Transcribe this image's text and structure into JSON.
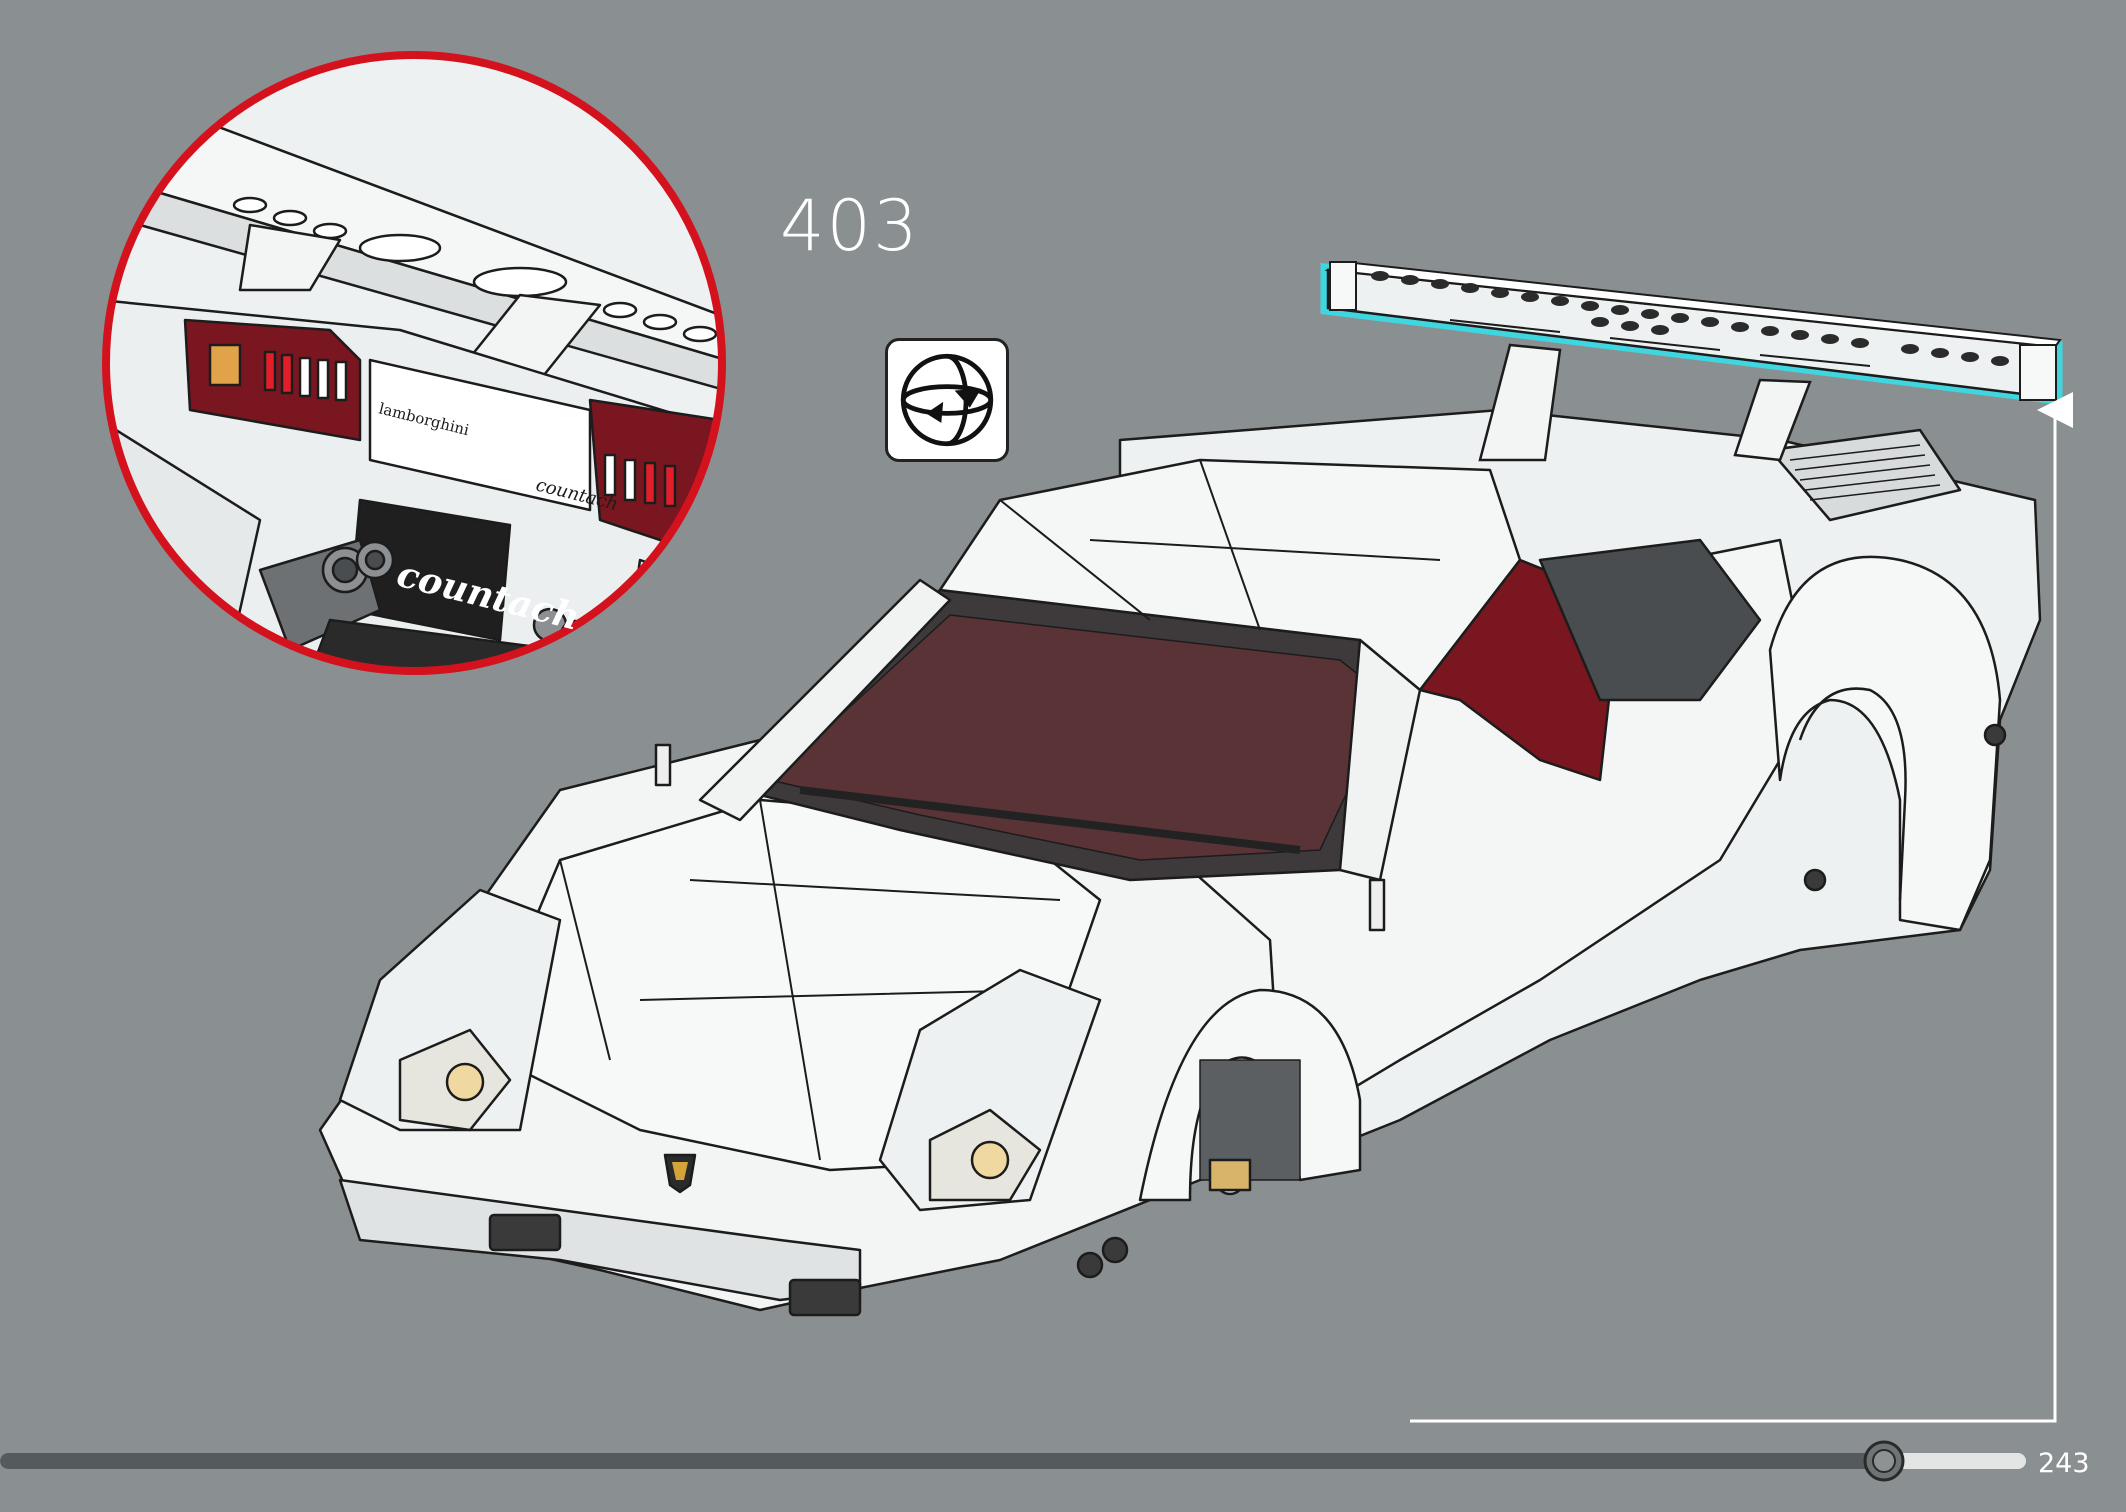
{
  "step": {
    "number": "403"
  },
  "page": {
    "number": "243"
  },
  "callout": {
    "brand_text": "lamborghini",
    "model_text": "countach",
    "plate_text": "countach"
  },
  "icons": {
    "rotate": "rotate-model-icon",
    "arrow": "up-arrow-icon",
    "progress": "progress-knob-icon"
  },
  "colors": {
    "background": "#8a9091",
    "callout_ring": "#d4121d",
    "highlight": "#3fd6e0",
    "body": "#f4f6f6",
    "interior": "#7a1620",
    "progress_track": "#555b5c"
  },
  "progress": {
    "value": 0.93
  }
}
